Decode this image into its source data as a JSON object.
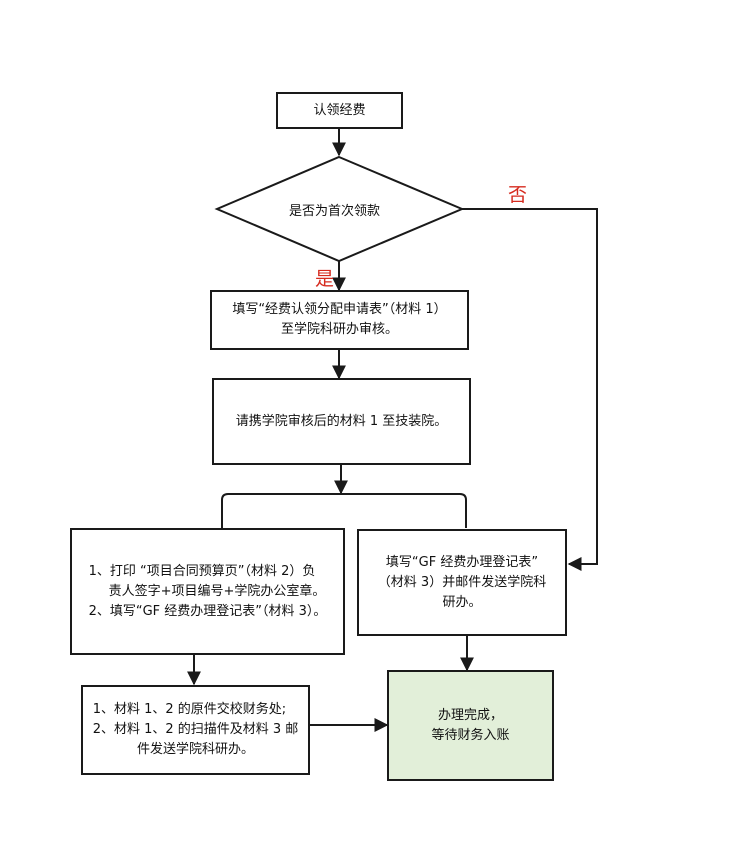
{
  "colors": {
    "line": "#1a1a1a",
    "label_red": "#d62b1f",
    "done_fill": "#e2efd9"
  },
  "nodes": {
    "claim": "认领经费",
    "decision": "是否为首次领款",
    "fill_form": [
      "填写“经费认领分配申请表”（材料 1）",
      "至学院科研办审核。"
    ],
    "submit": "请携学院审核后的材料 1 至技装院。",
    "print_contract": [
      "1、打印 “项目合同预算页”（材料 2）负",
      "责人签字+项目编号+学院办公室章。",
      "2、填写“GF 经费办理登记表”（材料 3）。"
    ],
    "gf_form": [
      "填写“GF 经费办理登记表”",
      "（材料 3）并邮件发送学院科",
      "研办。"
    ],
    "originals": [
      "1、材料 1、2 的原件交校财务处;",
      "2、材料 1、2 的扫描件及材料 3 邮",
      "件发送学院科研办。"
    ],
    "done": [
      "办理完成，",
      "等待财务入账"
    ]
  },
  "labels": {
    "yes": "是",
    "no": "否"
  }
}
